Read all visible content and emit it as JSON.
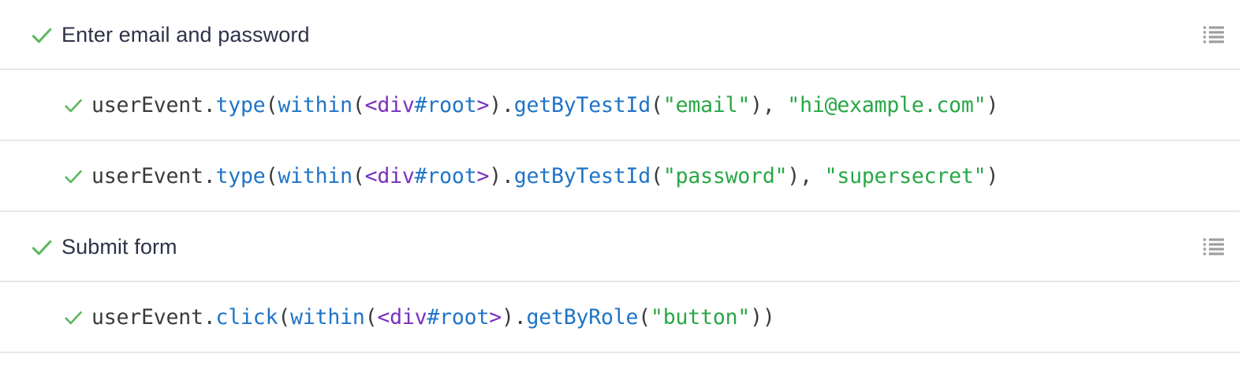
{
  "log": {
    "check_color": "#5cb85c",
    "divider_color": "#e7e7e9",
    "icon_color": "#9e9e9e",
    "text_color": "#2e3247",
    "code_colors": {
      "plain": "#3b3b3b",
      "method": "#1f74c7",
      "selector_tag": "#7b2fbe",
      "selector_id": "#1f74c7",
      "string": "#28a745"
    },
    "rows": [
      {
        "kind": "title",
        "status": "passed",
        "check_icon": "check-icon",
        "label": "Enter email and password",
        "menu_icon": "list-icon",
        "menu_icon_title": "Command log"
      },
      {
        "kind": "command",
        "status": "passed",
        "check_icon": "check-icon",
        "code": "userEvent.type(within(<div#root>).getByTestId(\"email\"), \"hi@example.com\")",
        "tokens": [
          {
            "t": "userEvent.",
            "c": "plain"
          },
          {
            "t": "type",
            "c": "method"
          },
          {
            "t": "(",
            "c": "plain"
          },
          {
            "t": "within",
            "c": "method"
          },
          {
            "t": "(",
            "c": "plain"
          },
          {
            "t": "<div",
            "c": "selector_tag"
          },
          {
            "t": "#root",
            "c": "selector_id"
          },
          {
            "t": ">",
            "c": "selector_tag"
          },
          {
            "t": ").",
            "c": "plain"
          },
          {
            "t": "getByTestId",
            "c": "method"
          },
          {
            "t": "(",
            "c": "plain"
          },
          {
            "t": "\"email\"",
            "c": "string"
          },
          {
            "t": "), ",
            "c": "plain"
          },
          {
            "t": "\"hi@example.com\"",
            "c": "string"
          },
          {
            "t": ")",
            "c": "plain"
          }
        ]
      },
      {
        "kind": "command",
        "status": "passed",
        "check_icon": "check-icon",
        "code": "userEvent.type(within(<div#root>).getByTestId(\"password\"), \"supersecret\")",
        "tokens": [
          {
            "t": "userEvent.",
            "c": "plain"
          },
          {
            "t": "type",
            "c": "method"
          },
          {
            "t": "(",
            "c": "plain"
          },
          {
            "t": "within",
            "c": "method"
          },
          {
            "t": "(",
            "c": "plain"
          },
          {
            "t": "<div",
            "c": "selector_tag"
          },
          {
            "t": "#root",
            "c": "selector_id"
          },
          {
            "t": ">",
            "c": "selector_tag"
          },
          {
            "t": ").",
            "c": "plain"
          },
          {
            "t": "getByTestId",
            "c": "method"
          },
          {
            "t": "(",
            "c": "plain"
          },
          {
            "t": "\"password\"",
            "c": "string"
          },
          {
            "t": "), ",
            "c": "plain"
          },
          {
            "t": "\"supersecret\"",
            "c": "string"
          },
          {
            "t": ")",
            "c": "plain"
          }
        ]
      },
      {
        "kind": "title",
        "status": "passed",
        "check_icon": "check-icon",
        "label": "Submit form",
        "menu_icon": "list-icon",
        "menu_icon_title": "Command log"
      },
      {
        "kind": "command",
        "status": "passed",
        "check_icon": "check-icon",
        "code": "userEvent.click(within(<div#root>).getByRole(\"button\"))",
        "tokens": [
          {
            "t": "userEvent.",
            "c": "plain"
          },
          {
            "t": "click",
            "c": "method"
          },
          {
            "t": "(",
            "c": "plain"
          },
          {
            "t": "within",
            "c": "method"
          },
          {
            "t": "(",
            "c": "plain"
          },
          {
            "t": "<div",
            "c": "selector_tag"
          },
          {
            "t": "#root",
            "c": "selector_id"
          },
          {
            "t": ">",
            "c": "selector_tag"
          },
          {
            "t": ").",
            "c": "plain"
          },
          {
            "t": "getByRole",
            "c": "method"
          },
          {
            "t": "(",
            "c": "plain"
          },
          {
            "t": "\"button\"",
            "c": "string"
          },
          {
            "t": "))",
            "c": "plain"
          }
        ]
      }
    ]
  }
}
